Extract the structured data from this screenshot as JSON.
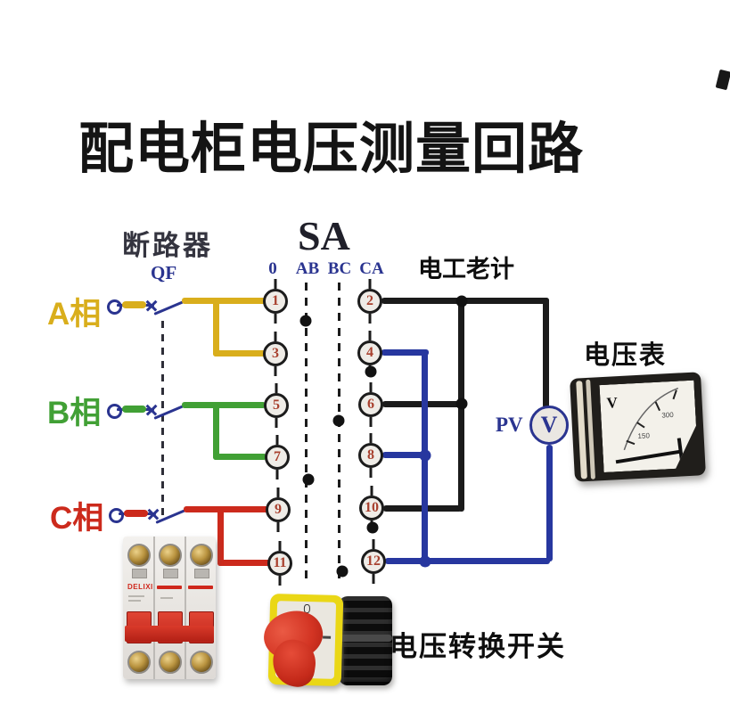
{
  "title": "配电柜电压测量回路",
  "watermark": "电工老计",
  "colors": {
    "phase_a": "#d9ae1c",
    "phase_b": "#41a035",
    "phase_c": "#cc2a1c",
    "wire_black": "#1b1b1b",
    "wire_blue": "#27379f",
    "navy": "#2a3490",
    "terminal_number": "#a8402e"
  },
  "breaker": {
    "label": "断路器",
    "designator": "QF",
    "brand": "DELIXI"
  },
  "sa": {
    "label": "SA",
    "columns": [
      "0",
      "AB",
      "BC",
      "CA"
    ]
  },
  "phases": [
    {
      "label": "A相"
    },
    {
      "label": "B相"
    },
    {
      "label": "C相"
    }
  ],
  "terminals": [
    "1",
    "2",
    "3",
    "4",
    "5",
    "6",
    "7",
    "8",
    "9",
    "10",
    "11",
    "12"
  ],
  "pv": {
    "designator": "PV",
    "symbol": "V"
  },
  "voltmeter": {
    "label": "电压表",
    "face_label": "V"
  },
  "rotary": {
    "caption": "电压转换开关"
  }
}
